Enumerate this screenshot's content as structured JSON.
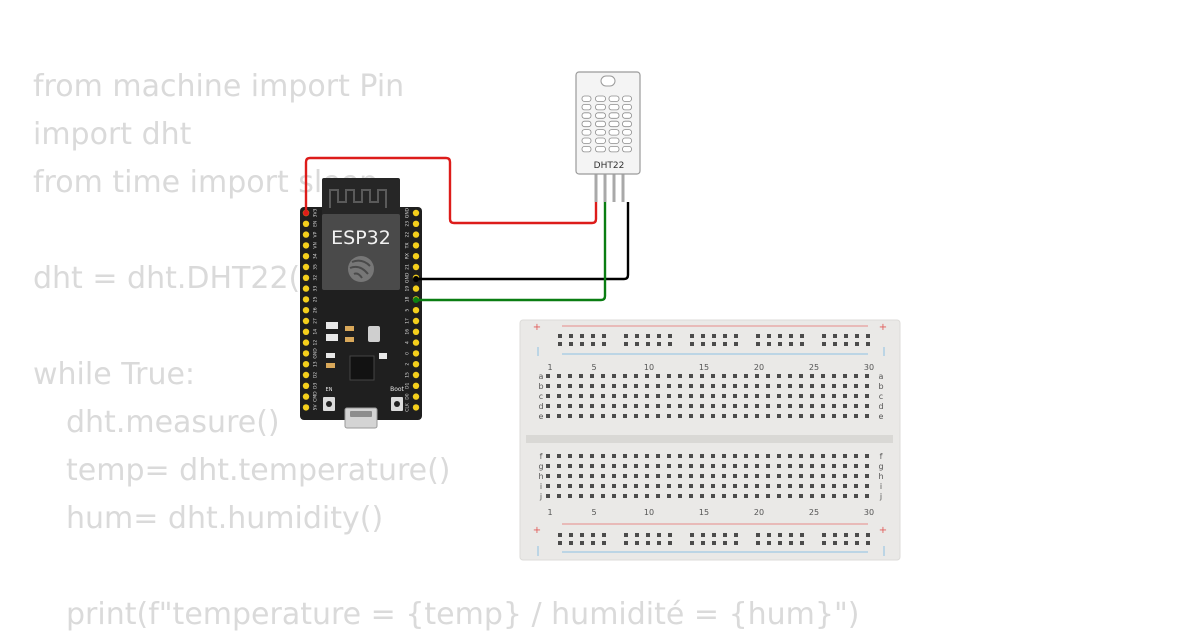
{
  "code": {
    "lines": [
      "from machine import Pin",
      "import dht",
      "from time import sleep",
      "",
      "dht = dht.DHT22(Pin(15))",
      "",
      "while True:",
      "dht.measure()",
      "temp= dht.temperature()",
      "hum= dht.humidity()",
      "",
      "print(f\"temperature = {temp} / humidité = {hum}\")"
    ]
  },
  "board": {
    "label": "ESP32",
    "boot_label": "Boot",
    "en_label": "EN",
    "left_pins": [
      "3V3",
      "EN",
      "VP",
      "VN",
      "34",
      "35",
      "32",
      "33",
      "25",
      "26",
      "27",
      "14",
      "12",
      "GND",
      "13",
      "D2",
      "D3",
      "CMD",
      "5V"
    ],
    "right_pins": [
      "GND",
      "23",
      "22",
      "TX",
      "RX",
      "21",
      "GND",
      "19",
      "18",
      "5",
      "17",
      "16",
      "4",
      "0",
      "2",
      "15",
      "D1",
      "D0",
      "CLK"
    ]
  },
  "sensor": {
    "label": "DHT22"
  },
  "breadboard": {
    "column_numbers": [
      "1",
      "5",
      "10",
      "15",
      "20",
      "25",
      "30"
    ],
    "row_letters_top": [
      "a",
      "b",
      "c",
      "d",
      "e"
    ],
    "row_letters_bottom": [
      "f",
      "g",
      "h",
      "i",
      "j"
    ],
    "plus_sign": "+"
  },
  "wires": {
    "vcc_color": "#dd1c1a",
    "gnd_color": "#000000",
    "data_color": "#0a7d12"
  }
}
